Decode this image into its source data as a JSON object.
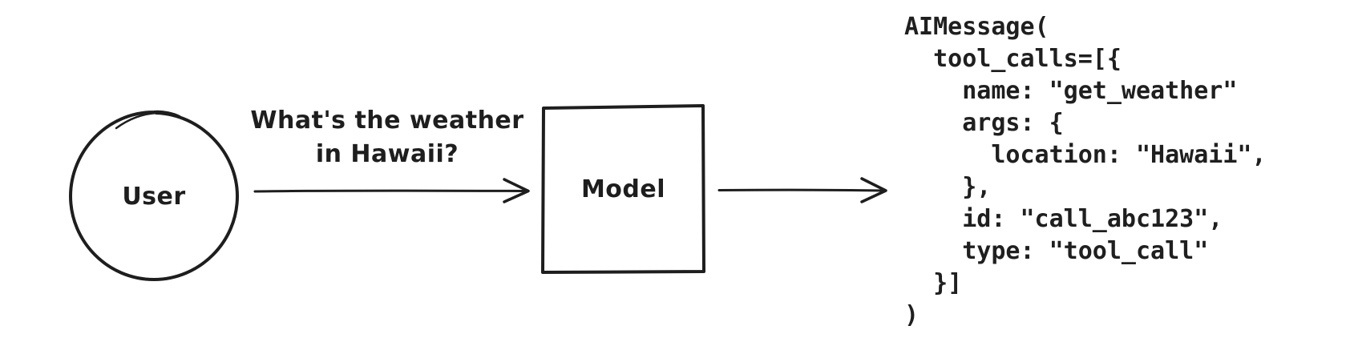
{
  "background_color": "#ffffff",
  "ink_color": "#1e1e1e",
  "diagram": {
    "user_node": {
      "label": "User"
    },
    "model_node": {
      "label": "Model"
    },
    "request_arrow": {
      "label_line1": "What's the weather",
      "label_line2": "in Hawaii?"
    }
  },
  "code_block": {
    "text": "AIMessage(\n  tool_calls=[{\n    name: \"get_weather\"\n    args: {\n      location: \"Hawaii\",\n    },\n    id: \"call_abc123\",\n    type: \"tool_call\"\n  }]\n)"
  }
}
